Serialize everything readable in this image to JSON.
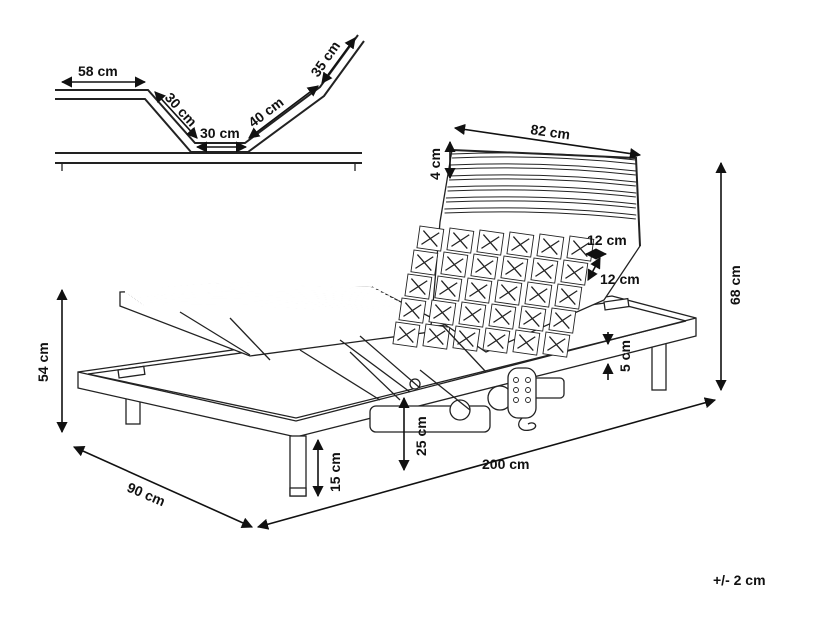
{
  "diagram": {
    "colors": {
      "line": "#222222",
      "background": "#ffffff"
    },
    "profile_labels": {
      "seg_head_flat": "58 cm",
      "seg_down": "30 cm",
      "seg_bottom": "30 cm",
      "seg_up": "40 cm",
      "seg_top": "35 cm"
    },
    "bed_labels": {
      "width_top": "82 cm",
      "slat_gap": "4 cm",
      "cell_w": "12 cm",
      "cell_h": "12 cm",
      "total_height": "68 cm",
      "frame_height": "54 cm",
      "frame_depth": "5 cm",
      "under_clearance": "25 cm",
      "leg_height": "15 cm",
      "width": "90 cm",
      "length": "200 cm"
    },
    "tolerance": "+/- 2 cm"
  }
}
